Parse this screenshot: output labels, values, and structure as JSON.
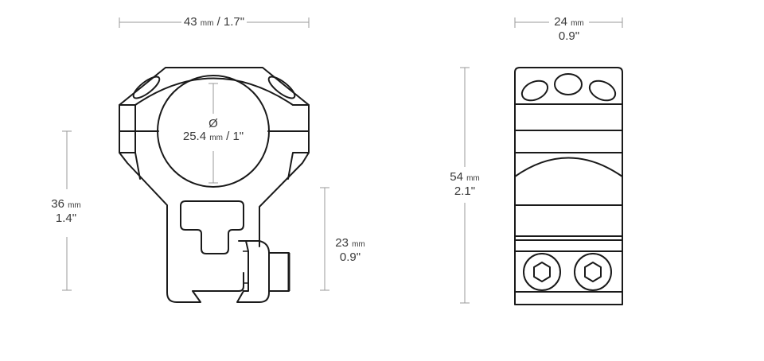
{
  "colors": {
    "outline": "#1a1a1a",
    "dimension_line": "#9a9a9a",
    "label_text": "#3a3a3a",
    "background": "#ffffff"
  },
  "front_view": {
    "width_dimension": {
      "value": "43",
      "unit": "mm",
      "separator": "/",
      "imperial": "1.7\""
    },
    "bore_dimension": {
      "symbol": "Ø",
      "value": "25.4",
      "unit": "mm",
      "separator": "/",
      "imperial": "1\""
    },
    "height_dimension": {
      "value": "36",
      "unit": "mm",
      "imperial": "1.4\""
    },
    "base_height_dimension": {
      "value": "23",
      "unit": "mm",
      "imperial": "0.9\""
    }
  },
  "side_view": {
    "width_dimension": {
      "value": "24",
      "unit": "mm",
      "imperial": "0.9\""
    },
    "height_dimension": {
      "value": "54",
      "unit": "mm",
      "imperial": "2.1\""
    },
    "top_holes": 3,
    "clamp_screws": 2,
    "screw_head_icon": "hex-socket"
  }
}
